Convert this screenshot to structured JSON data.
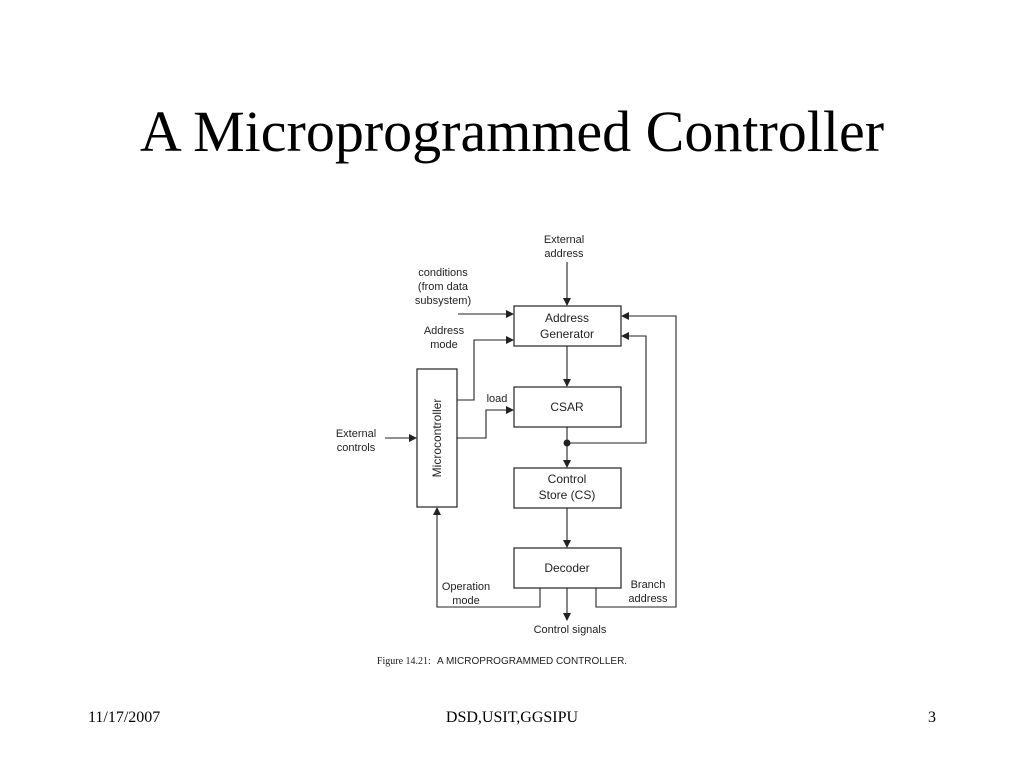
{
  "slide": {
    "title": "A Microprogrammed Controller"
  },
  "diagram": {
    "blocks": {
      "address_generator": [
        "Address",
        "Generator"
      ],
      "csar": "CSAR",
      "control_store": [
        "Control",
        "Store (CS)"
      ],
      "decoder": "Decoder",
      "microcontroller": "Microcontroller"
    },
    "labels": {
      "external_address": [
        "External",
        "address"
      ],
      "conditions": [
        "conditions",
        "(from data",
        "subsystem)"
      ],
      "address_mode": [
        "Address",
        "mode"
      ],
      "load": "load",
      "external_controls": [
        "External",
        "controls"
      ],
      "operation_mode": [
        "Operation",
        "mode"
      ],
      "branch_address": [
        "Branch",
        "address"
      ],
      "control_signals": "Control signals"
    },
    "caption": {
      "figure_number": "Figure 14.21:",
      "text": "A MICROPROGRAMMED CONTROLLER."
    },
    "colors": {
      "line": "#222222"
    }
  },
  "footer": {
    "date": "11/17/2007",
    "center": "DSD,USIT,GGSIPU",
    "page": "3"
  }
}
